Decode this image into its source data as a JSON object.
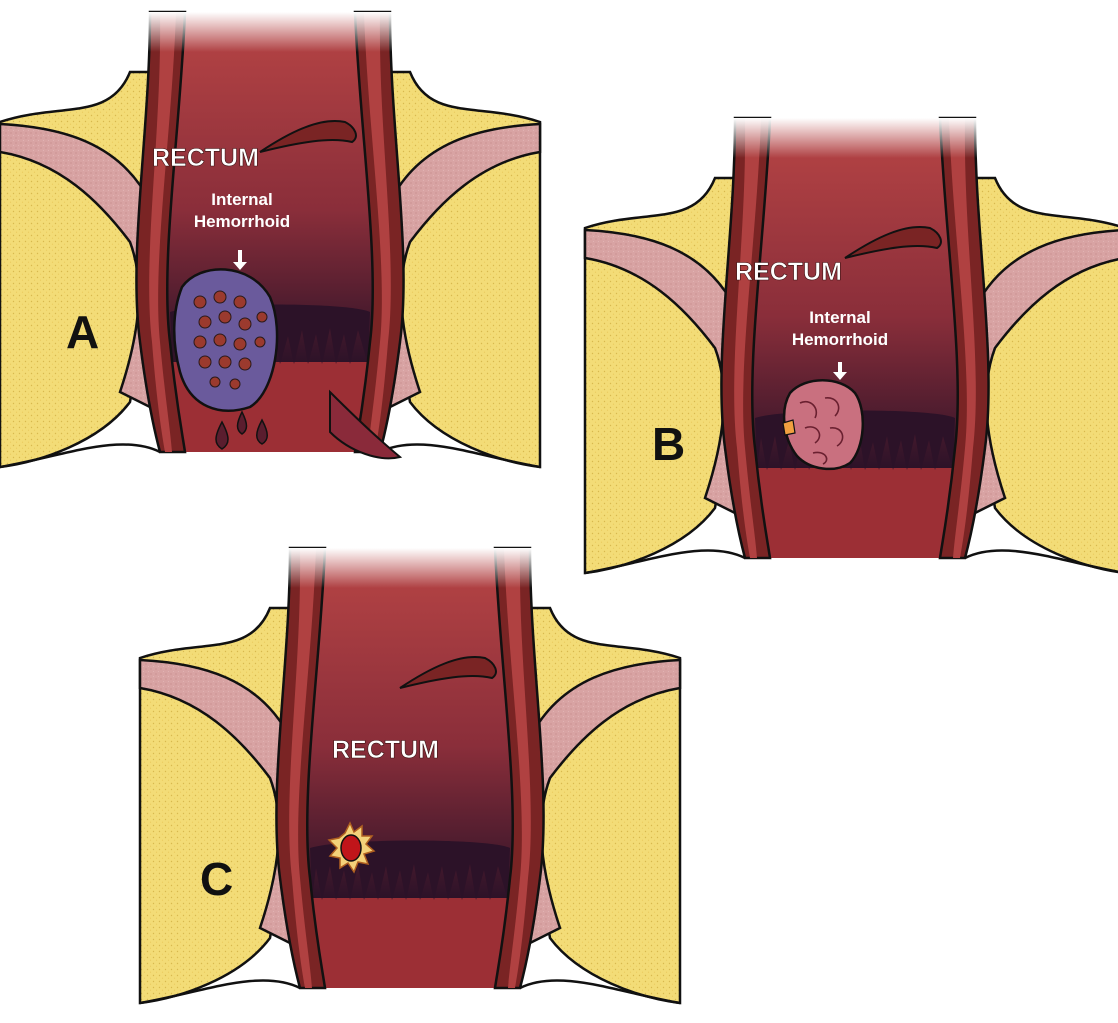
{
  "panels": [
    {
      "letter": "A",
      "organ_label": "RECTUM",
      "callout_line1": "Internal",
      "callout_line2": "Hemorrhoid"
    },
    {
      "letter": "B",
      "organ_label": "RECTUM",
      "callout_line1": "Internal",
      "callout_line2": "Hemorrhoid"
    },
    {
      "letter": "C",
      "organ_label": "RECTUM"
    }
  ],
  "colors": {
    "fat": "#f3dc77",
    "muscle": "#d6a0a0",
    "lumen_top": "#c04848",
    "lumen_bottom": "#2a1226",
    "wall": "#6e1f1f",
    "hemorrhoid_prolapsed": "#6a5a9c",
    "hemorrhoid_thrombosed": "#c76f80",
    "fissure": "#c0151a",
    "outline": "#111111"
  }
}
